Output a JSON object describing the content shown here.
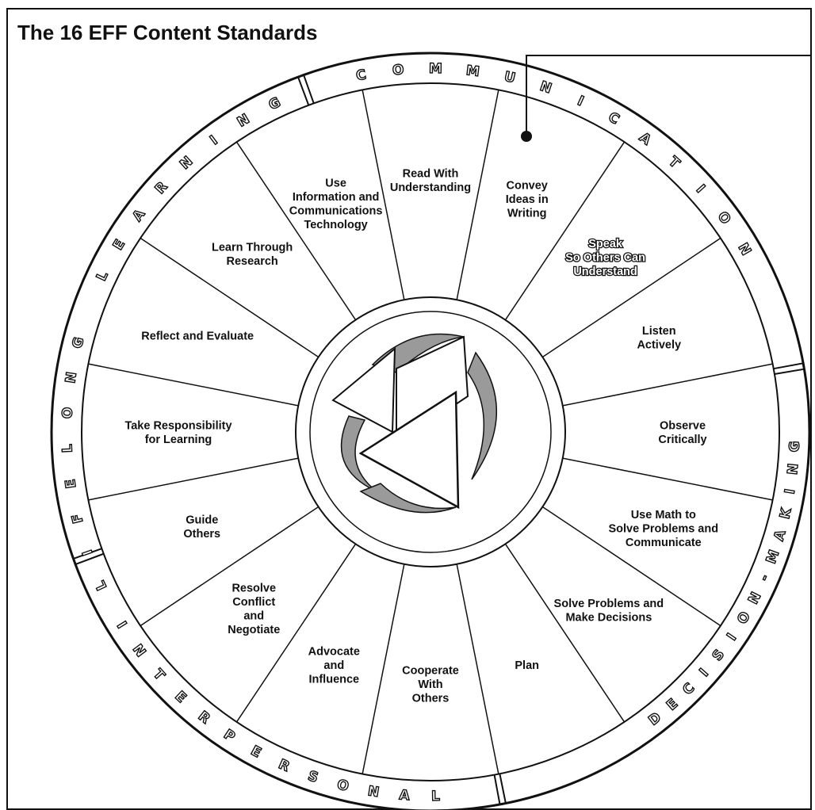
{
  "title": "The 16 EFF Content Standards",
  "categories": [
    {
      "name": "COMMUNICATION",
      "letters": "COMMUNICATION"
    },
    {
      "name": "DECISION-MAKING",
      "letters": "DECISION-MAKING"
    },
    {
      "name": "INTERPERSONAL",
      "letters": "INTERPERSONAL"
    },
    {
      "name": "LIFELONG LEARNING",
      "letters": "LIFELONG LEARNING"
    }
  ],
  "standards": [
    {
      "lines": [
        "Convey",
        "Ideas in",
        "Writing"
      ],
      "highlight": false
    },
    {
      "lines": [
        "Speak",
        "So Others Can",
        "Understand"
      ],
      "highlight": true
    },
    {
      "lines": [
        "Listen",
        "Actively"
      ],
      "highlight": false
    },
    {
      "lines": [
        "Observe",
        "Critically"
      ],
      "highlight": false
    },
    {
      "lines": [
        "Use Math to",
        "Solve Problems and",
        "Communicate"
      ],
      "highlight": false
    },
    {
      "lines": [
        "Solve Problems and",
        "Make Decisions"
      ],
      "highlight": false
    },
    {
      "lines": [
        "Plan"
      ],
      "highlight": false
    },
    {
      "lines": [
        "Cooperate",
        "With",
        "Others"
      ],
      "highlight": false
    },
    {
      "lines": [
        "Advocate",
        "and",
        "Influence"
      ],
      "highlight": false
    },
    {
      "lines": [
        "Resolve",
        "Conflict",
        "and",
        "Negotiate"
      ],
      "highlight": false
    },
    {
      "lines": [
        "Guide",
        "Others"
      ],
      "highlight": false
    },
    {
      "lines": [
        "Take Responsibility",
        "for Learning"
      ],
      "highlight": false
    },
    {
      "lines": [
        "Reflect and Evaluate"
      ],
      "highlight": false
    },
    {
      "lines": [
        "Learn Through",
        "Research"
      ],
      "highlight": false
    },
    {
      "lines": [
        "Use",
        "Information and",
        "Communications",
        "Technology"
      ],
      "highlight": false
    },
    {
      "lines": [
        "Read With",
        "Understanding"
      ],
      "highlight": false
    }
  ],
  "colors": {
    "ink": "#111111",
    "paper": "#ffffff",
    "swirl": "#9a9a9a"
  },
  "center_icon": "eff-triangles-logo-icon",
  "pointer_icon": "callout-dot-icon"
}
